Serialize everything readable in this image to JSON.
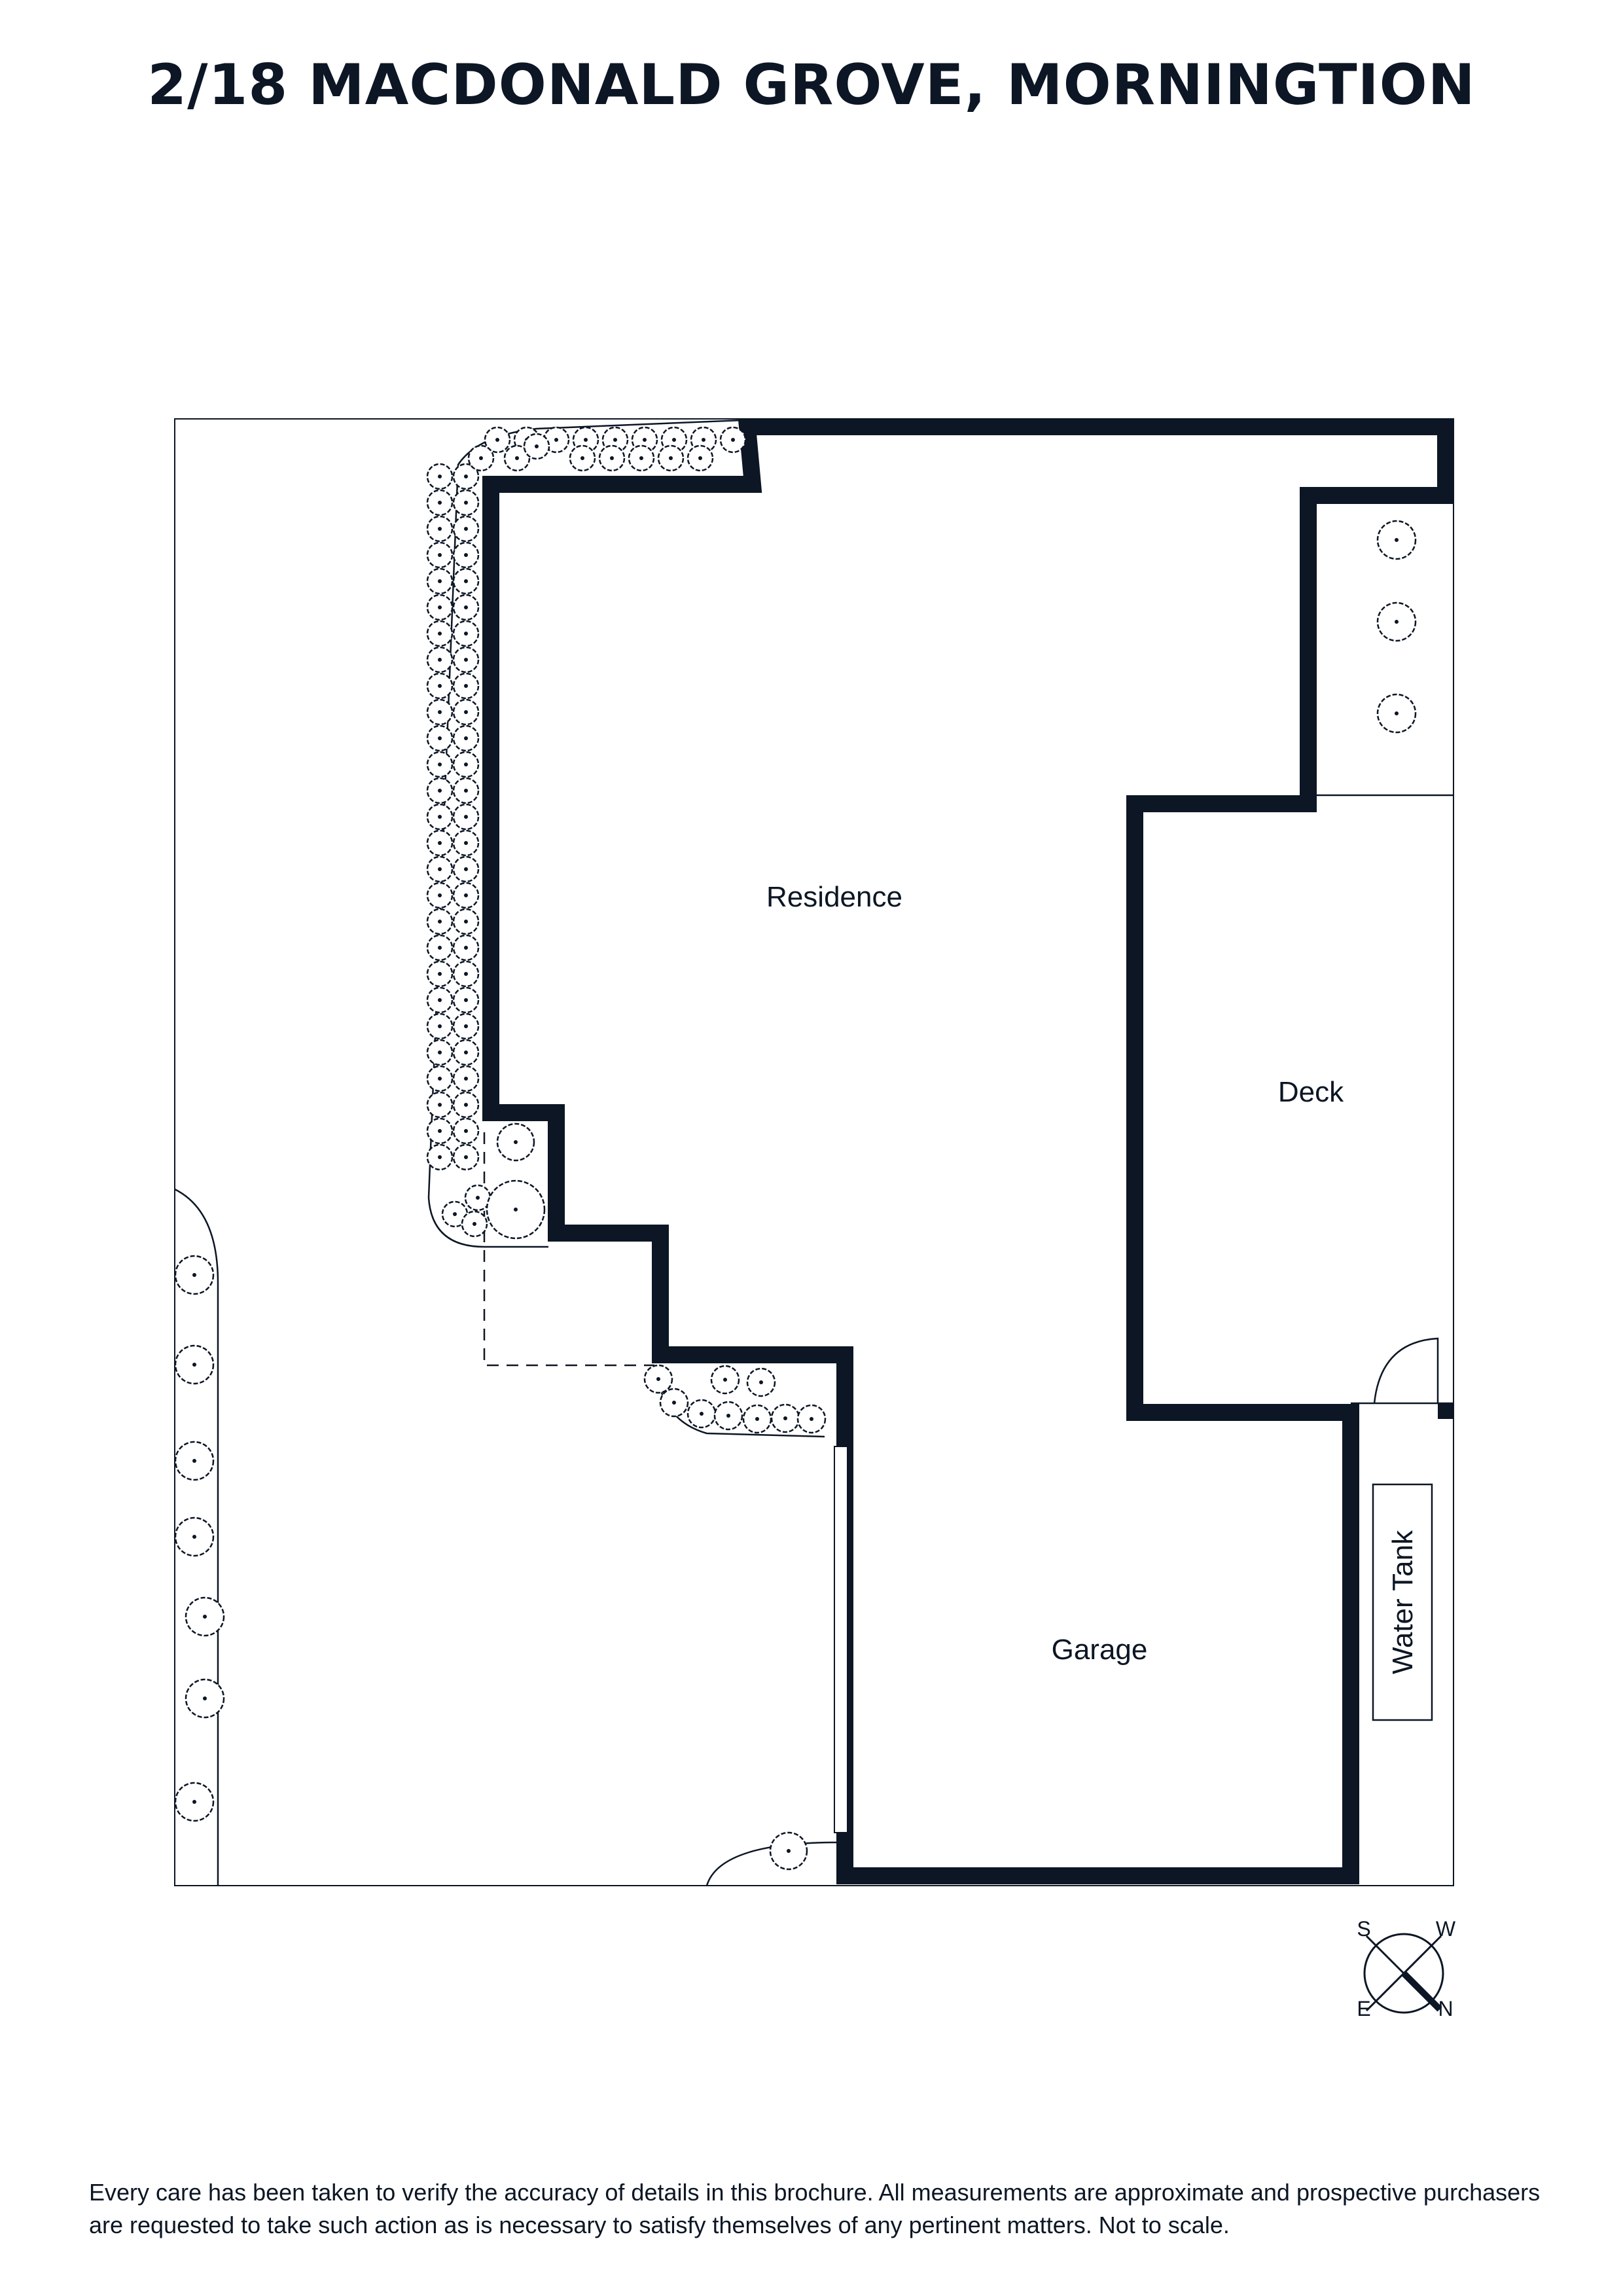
{
  "title": "2/18 MACDONALD GROVE, MORNINGTION",
  "rooms": {
    "residence": "Residence",
    "deck": "Deck",
    "garage": "Garage",
    "water_tank": "Water Tank"
  },
  "compass": {
    "s": "S",
    "w": "W",
    "e": "E",
    "n": "N"
  },
  "disclaimer": "Every care has been taken to verify the accuracy of details in this brochure. All measurements are approximate and prospective purchasers are requested to take such action as is necessary to satisfy themselves of any pertinent matters. Not to scale.",
  "colors": {
    "wall": "#0c1624",
    "line": "#0c1624",
    "background": "#ffffff"
  }
}
